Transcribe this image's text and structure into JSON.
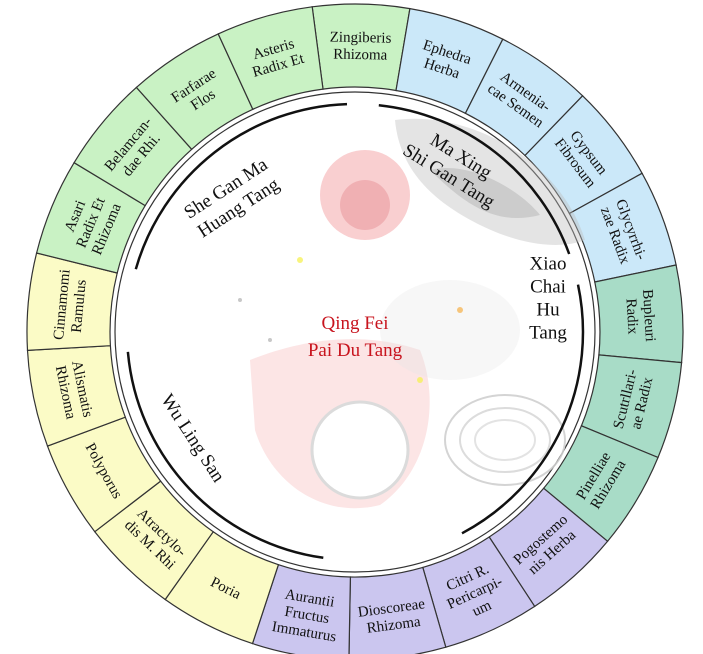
{
  "colors": {
    "green": "#c9f2c4",
    "blue": "#cbe8f9",
    "yellow": "#fbfbc6",
    "purple": "#cbc6ef",
    "teal": "#a8dcc7",
    "center_text": "#c8141e",
    "ring_stroke": "#333333"
  },
  "center": {
    "line1": "Qing Fei",
    "line2": "Pai Du Tang"
  },
  "formulas": [
    {
      "id": "she-gan-ma-huang-tang",
      "lines": [
        "She Gan Ma",
        "Huang Tang"
      ]
    },
    {
      "id": "ma-xing-shi-gan-tang",
      "lines": [
        "Ma Xing",
        "Shi Gan Tang"
      ]
    },
    {
      "id": "xiao-chai-hu-tang",
      "lines": [
        "Xiao",
        "Chai",
        "Hu",
        "Tang"
      ]
    },
    {
      "id": "wu-ling-san",
      "lines": [
        "Wu Ling San"
      ]
    }
  ],
  "herbs": [
    {
      "id": "zingiberis-rhizoma",
      "group": "green",
      "lines": [
        "Zingiberis",
        "Rhizoma"
      ]
    },
    {
      "id": "ephedra-herba",
      "group": "blue",
      "lines": [
        "Ephedra",
        "Herba"
      ]
    },
    {
      "id": "armeniacae-semen",
      "group": "blue",
      "lines": [
        "Armenia-",
        "cae Semen"
      ]
    },
    {
      "id": "gypsum-fibrosum",
      "group": "blue",
      "lines": [
        "Gypsum",
        "Fibrosum"
      ]
    },
    {
      "id": "glycyrrhizae-radix",
      "group": "blue",
      "lines": [
        "Glycyrrhi-",
        "zae Radix"
      ]
    },
    {
      "id": "bupleuri-radix",
      "group": "teal",
      "lines": [
        "Bupleuri",
        "Radix"
      ]
    },
    {
      "id": "scutellariae-radix",
      "group": "teal",
      "lines": [
        "Scutrllari-",
        "ae Radix"
      ]
    },
    {
      "id": "pinelliae-rhizoma",
      "group": "teal",
      "lines": [
        "Pinelliae",
        "Rhizoma"
      ]
    },
    {
      "id": "pogostemonis-herba",
      "group": "purple",
      "lines": [
        "Pogostemo",
        "nis Herba"
      ]
    },
    {
      "id": "citri-reticulatae-pericarpium",
      "group": "purple",
      "lines": [
        "Citri R.",
        "Pericarpi-",
        "um"
      ]
    },
    {
      "id": "dioscoreae-rhizoma",
      "group": "purple",
      "lines": [
        "Dioscoreae",
        "Rhizoma"
      ]
    },
    {
      "id": "aurantii-fructus-immaturus",
      "group": "purple",
      "lines": [
        "Aurantii",
        "Fructus",
        "Immaturus"
      ]
    },
    {
      "id": "poria",
      "group": "yellow",
      "lines": [
        "Poria"
      ]
    },
    {
      "id": "atractylodis-macrocephalae-rhizoma",
      "group": "yellow",
      "lines": [
        "Atractylo-",
        "dis M. Rhi"
      ]
    },
    {
      "id": "polyporus",
      "group": "yellow",
      "lines": [
        "Polyporus"
      ]
    },
    {
      "id": "alismatis-rhizoma",
      "group": "yellow",
      "lines": [
        "Alismatis",
        "Rhizoma"
      ]
    },
    {
      "id": "cinnamomi-ramulus",
      "group": "yellow",
      "lines": [
        "Cinnamomi",
        "Ramulus"
      ]
    },
    {
      "id": "asari-radix-et-rhizoma",
      "group": "green",
      "lines": [
        "Asari",
        "Radix Et",
        "Rhizoma"
      ]
    },
    {
      "id": "belamcandae-rhizoma",
      "group": "green",
      "lines": [
        "Belamcan-",
        "dae Rhi."
      ]
    },
    {
      "id": "farfarae-flos",
      "group": "green",
      "lines": [
        "Farfarae",
        "Flos"
      ]
    },
    {
      "id": "asteris-radix-et-rhizoma",
      "group": "green",
      "lines": [
        "Asteris",
        "Radix Et"
      ]
    }
  ]
}
